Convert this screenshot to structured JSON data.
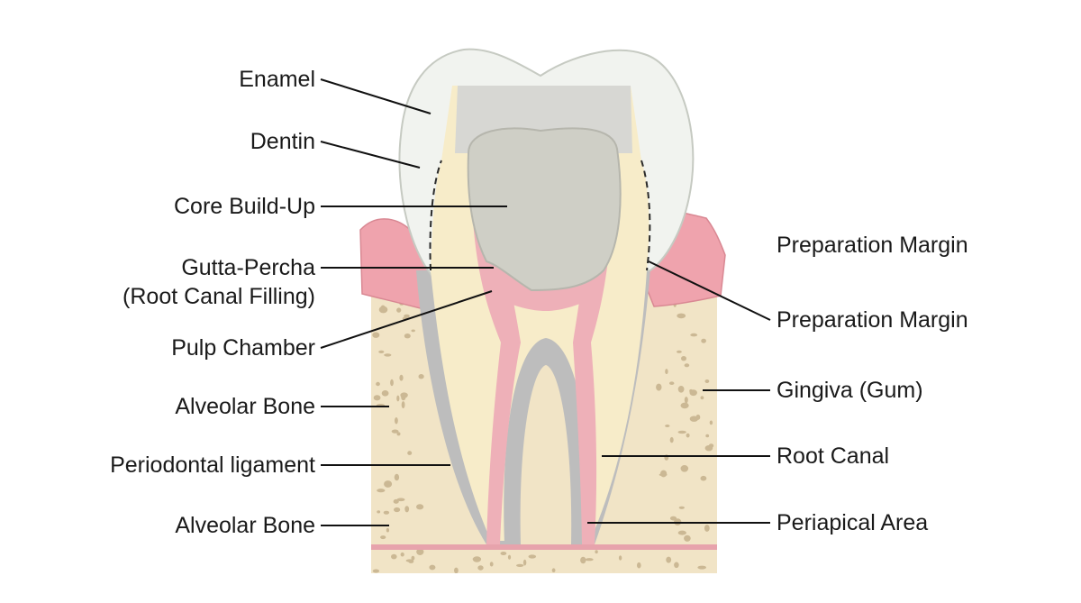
{
  "diagram": {
    "labels_left": {
      "enamel": "Enamel",
      "dentin": "Dentin",
      "core_build_up": "Core Build-Up",
      "gutta_percha": "Gutta-Percha",
      "gutta_percha_sub": "(Root Canal Filling)",
      "pulp_chamber": "Pulp Chamber",
      "alveolar_bone_upper": "Alveolar Bone",
      "periodontal_ligament": "Periodontal ligament",
      "alveolar_bone_lower": "Alveolar Bone"
    },
    "labels_right": {
      "preparation_margin_upper": "Preparation Margin",
      "preparation_margin_lower": "Preparation Margin",
      "gingiva": "Gingiva (Gum)",
      "root_canal": "Root Canal",
      "periapical_area": "Periapical Area"
    },
    "colors": {
      "enamel": "#f1f3ef",
      "dentin": "#f7ecc9",
      "core": "#cfcfc6",
      "gingiva": "#efa3ad",
      "pulp": "#eeb0b8",
      "bone": "#f1e4c6",
      "bone_pores": "#cbb894",
      "pdl": "#b9b9b9",
      "leader": "#111111"
    }
  }
}
